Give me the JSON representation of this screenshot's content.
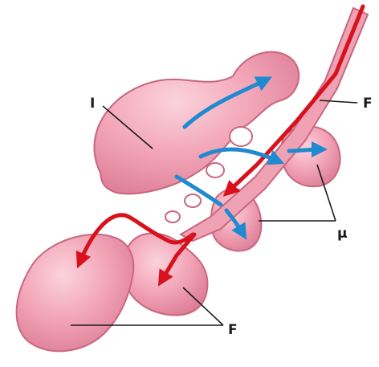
{
  "diagram": {
    "labels": {
      "top_left": "I",
      "right": "F",
      "middle_right": "μ",
      "bottom": "F"
    },
    "colors": {
      "lobe_fill": "#f2a4b6",
      "lobe_dark": "#d97590",
      "lobe_light": "#fbd3dd",
      "duct": "#e8889f",
      "red_arrow": "#d8121c",
      "blue_arrow": "#1f8ad0",
      "leader_line": "#1a1a1a"
    },
    "icons": {
      "red_arrows": "arrow-red-icon",
      "blue_arrows": "arrow-blue-icon"
    }
  }
}
